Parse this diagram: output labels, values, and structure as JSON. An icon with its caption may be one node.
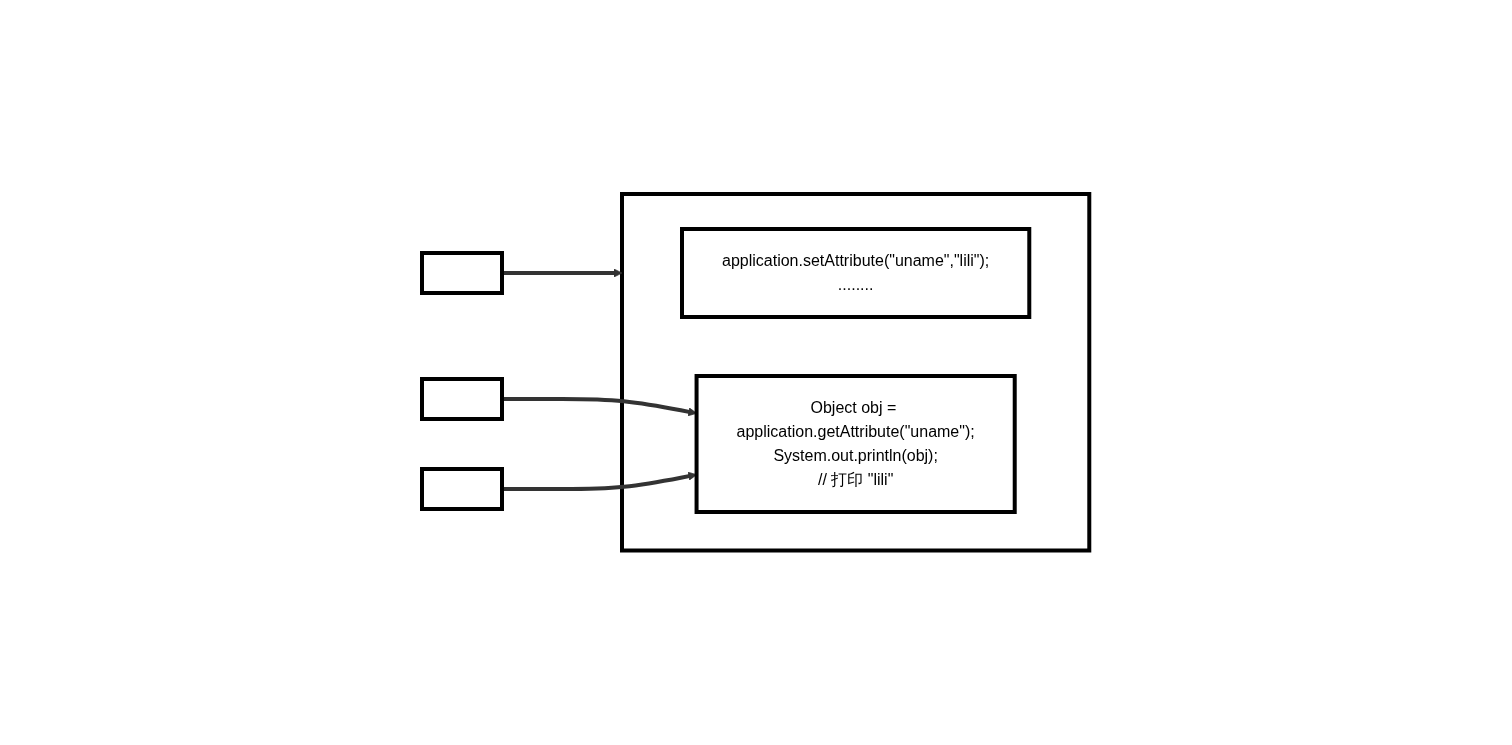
{
  "diagram": {
    "nodes": [
      {
        "text": [],
        "shape": "box"
      },
      {
        "text": [],
        "shape": "box"
      },
      {
        "text": [],
        "shape": "box"
      },
      {
        "text": [],
        "shape": "box"
      },
      {
        "text": [
          "application.setAttribute(\"uname\",\"lili\");",
          "........"
        ],
        "in": 3
      },
      {
        "text": [
          "Object obj = application.getAttribute(\"uname\");",
          "System.out.println(obj);",
          "// 打印 \"lili\""
        ],
        "in": 3
      }
    ],
    "edges": [
      {
        "from": 0,
        "to": 3,
        "arrow": "to"
      },
      {
        "from": 1,
        "to": 5,
        "arrow": "to"
      },
      {
        "from": 2,
        "to": 5,
        "arrow": "to"
      }
    ]
  }
}
